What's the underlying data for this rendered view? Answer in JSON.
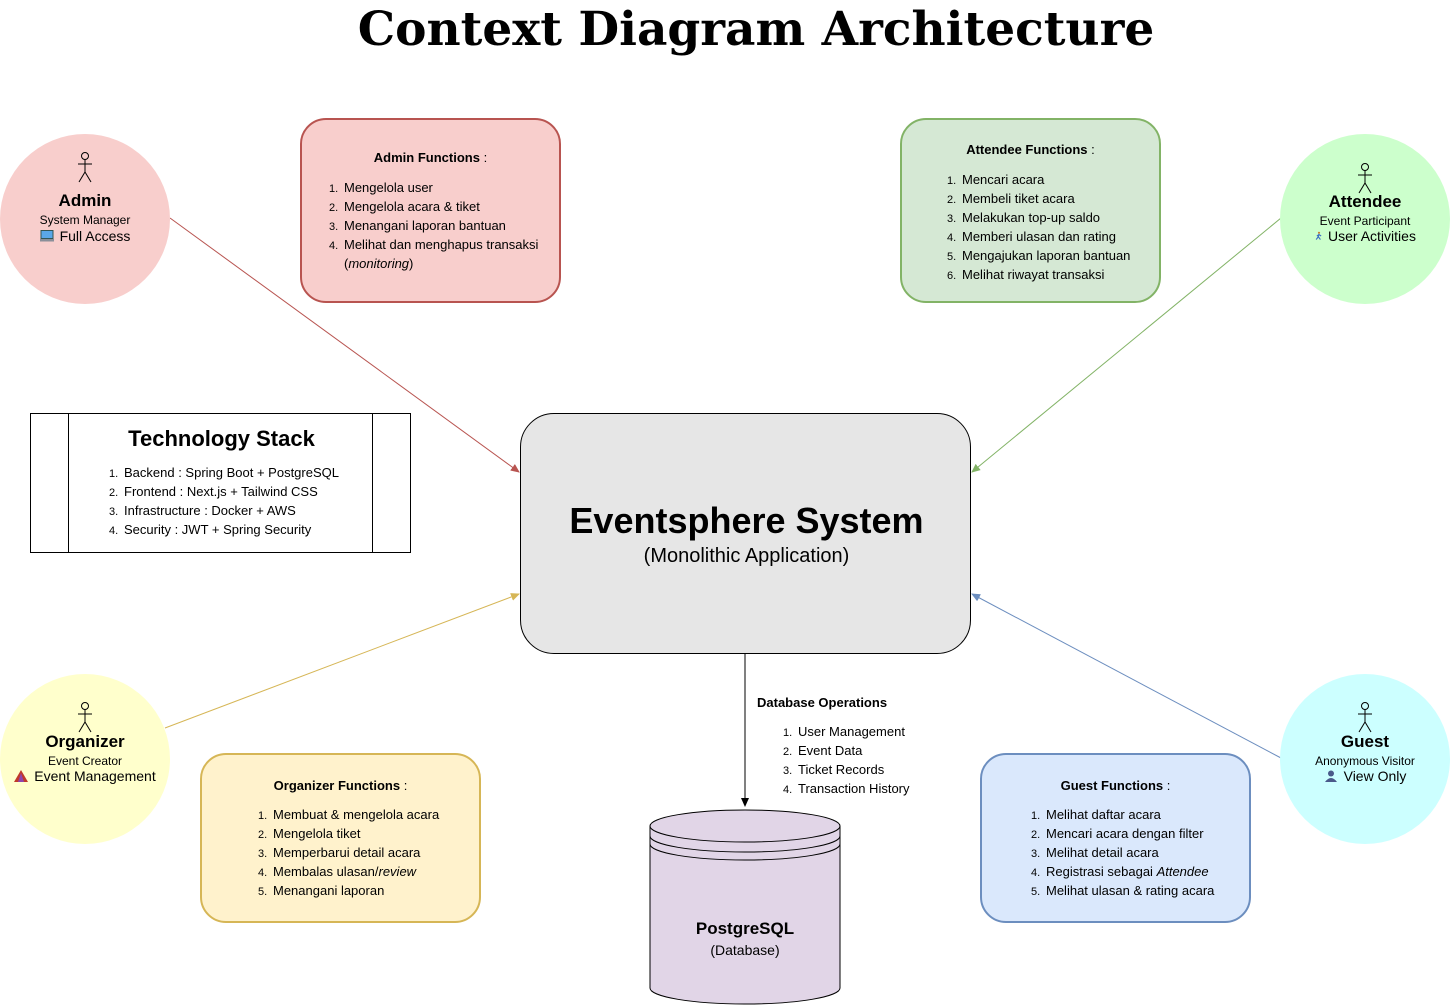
{
  "title": "Context Diagram Architecture",
  "actors": {
    "admin": {
      "name": "Admin",
      "role": "System Manager",
      "access": "Full Access",
      "icon": "computer-icon",
      "color": "#f8cecc"
    },
    "attendee": {
      "name": "Attendee",
      "role": "Event Participant",
      "access": "User Activities",
      "icon": "person-walking-icon",
      "color": "#ccffcc"
    },
    "organizer": {
      "name": "Organizer",
      "role": "Event Creator",
      "access": "Event Management",
      "icon": "tent-icon",
      "color": "#ffffcc"
    },
    "guest": {
      "name": "Guest",
      "role": "Anonymous Visitor",
      "access": "View Only",
      "icon": "user-silhouette-icon",
      "color": "#ccffff"
    }
  },
  "admin_functions": {
    "heading": "Admin Functions",
    "colon": " :",
    "items": [
      "Mengelola user",
      "Mengelola acara & tiket",
      "Menangani laporan bantuan",
      "Melihat dan menghapus transaksi"
    ],
    "item4_cont_open": "(",
    "item4_cont_italic": "monitoring",
    "item4_cont_close": ")"
  },
  "attendee_functions": {
    "heading": "Attendee Functions",
    "colon": " :",
    "items": [
      "Mencari acara",
      "Membeli tiket acara",
      "Melakukan top-up saldo",
      "Memberi ulasan dan rating",
      "Mengajukan laporan bantuan",
      "Melihat riwayat transaksi"
    ]
  },
  "organizer_functions": {
    "heading": "Organizer Functions",
    "colon": " :",
    "items": [
      "Membuat & mengelola acara",
      "Mengelola tiket",
      "Memperbarui detail acara",
      "Membalas ulasan/",
      "Menangani laporan"
    ],
    "item4_italic": "review"
  },
  "guest_functions": {
    "heading": "Guest Functions",
    "colon": " :",
    "items": [
      "Melihat daftar acara",
      "Mencari acara dengan filter",
      "Melihat detail acara",
      "Registrasi sebagai ",
      "Melihat ulasan & rating acara"
    ],
    "item4_italic": "Attendee"
  },
  "tech_stack": {
    "heading": "Technology Stack",
    "items": [
      "Backend : Spring Boot + PostgreSQL",
      "Frontend : Next.js + Tailwind CSS",
      "Infrastructure : Docker + AWS",
      "Security : JWT + Spring Security"
    ]
  },
  "system": {
    "name": "Eventsphere System",
    "subtitle": "(Monolithic Application)"
  },
  "db_operations": {
    "heading": "Database Operations",
    "items": [
      "User Management",
      "Event Data",
      "Ticket Records",
      "Transaction History"
    ]
  },
  "database": {
    "name": "PostgreSQL",
    "subtitle": "(Database)"
  },
  "numbers": [
    "1.",
    "2.",
    "3.",
    "4.",
    "5.",
    "6."
  ],
  "colors": {
    "admin_box": "#f8cecc",
    "admin_stroke": "#b85450",
    "attendee_box": "#d5e8d4",
    "attendee_stroke": "#82b366",
    "organizer_box": "#fff2cc",
    "organizer_stroke": "#d6b656",
    "guest_box": "#dae8fc",
    "guest_stroke": "#6c8ebf",
    "system": "#e6e6e6",
    "database": "#e1d5e7"
  }
}
